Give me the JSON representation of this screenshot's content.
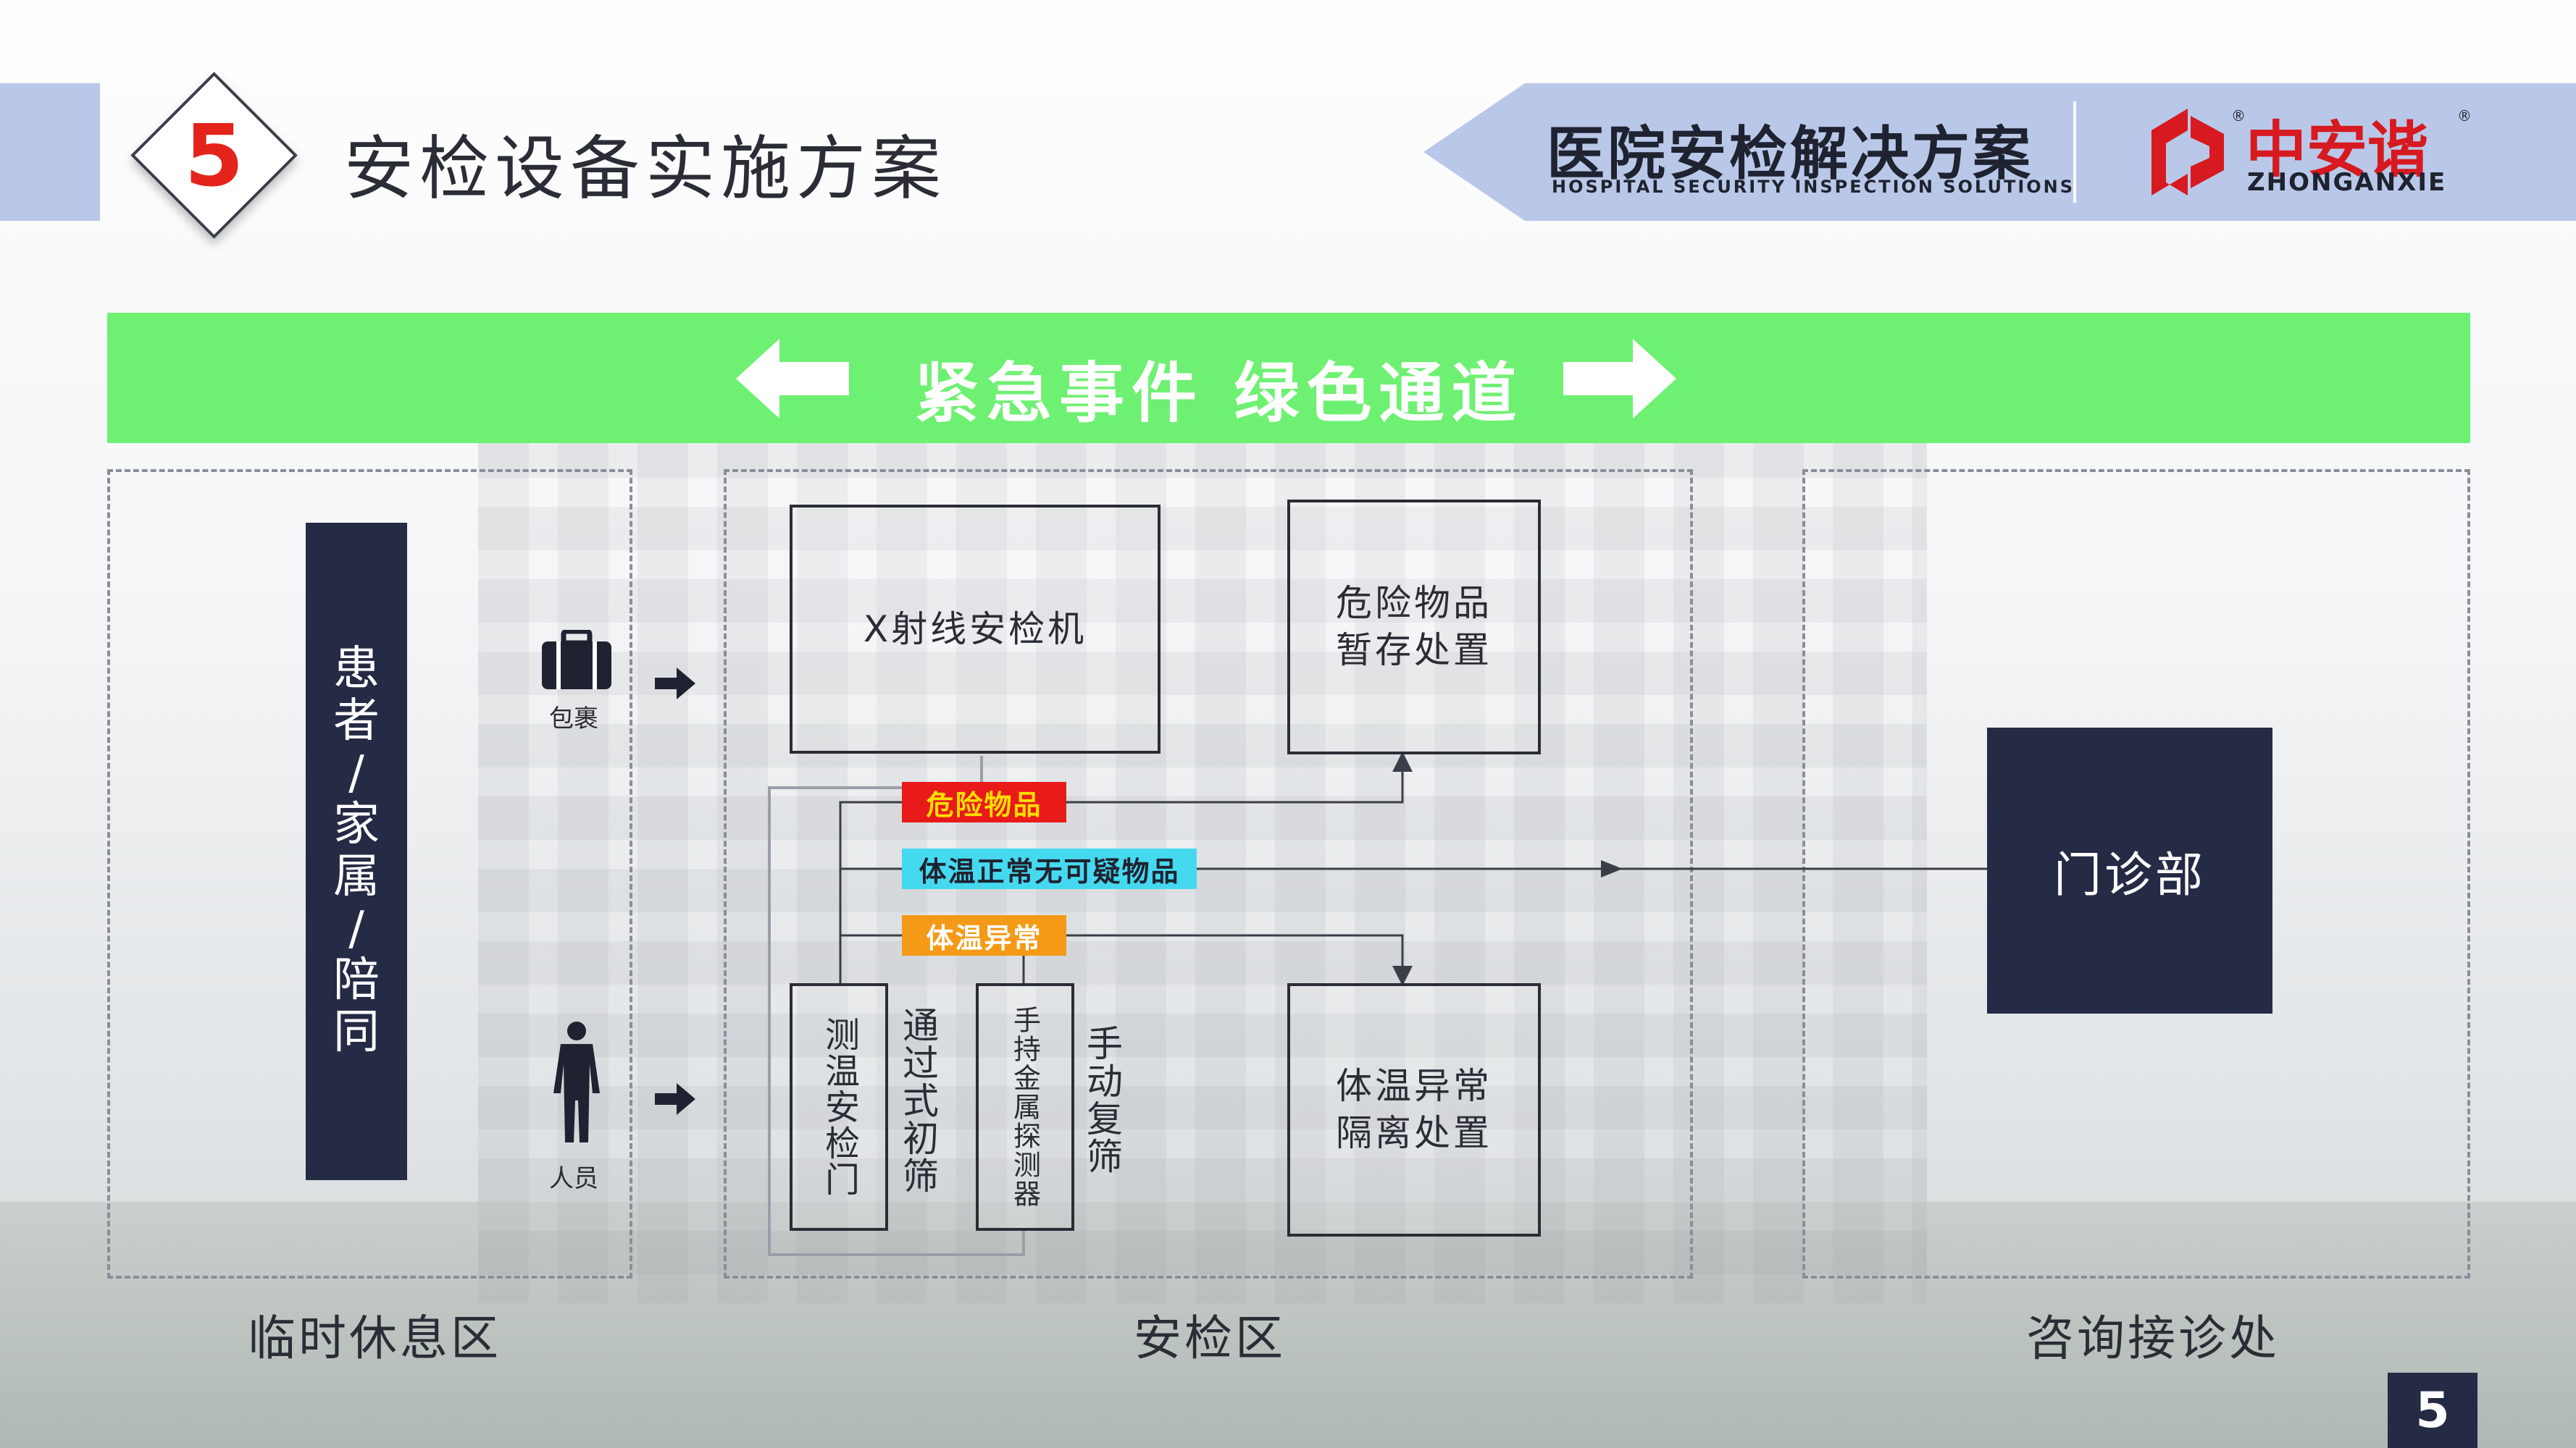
{
  "header": {
    "section_number": "5",
    "title": "安检设备实施方案",
    "banner_cn": "医院安检解决方案",
    "banner_en": "HOSPITAL SECURITY INSPECTION SOLUTIONS",
    "logo_cn": "中安谐",
    "logo_en": "ZHONGANXIE",
    "registered_mark": "®"
  },
  "green_channel": {
    "text": "紧急事件 绿色通道"
  },
  "zones": {
    "waiting": {
      "label": "临时休息区",
      "group_label": "患者/家属/陪同",
      "group_lines": [
        "患",
        "者",
        "/",
        "家",
        "属",
        "/",
        "陪",
        "同"
      ],
      "baggage_label": "包裹",
      "person_label": "人员"
    },
    "security": {
      "label": "安检区",
      "xray": "X射线安检机",
      "hazard_storage_lines": [
        "危险物品",
        "暂存处置"
      ],
      "isolation_lines": [
        "体温异常",
        "隔离处置"
      ],
      "temp_gate": "测温安检门",
      "walkthrough": "通过式初筛",
      "handheld": "手持金属探测器",
      "manual": "手动复筛",
      "tags": {
        "danger": "危险物品",
        "normal": "体温正常无可疑物品",
        "abnormal": "体温异常"
      }
    },
    "consult": {
      "label": "咨询接诊处",
      "outpatient": "门诊部"
    }
  },
  "page_number": "5",
  "colors": {
    "navy": "#252a45",
    "green": "#6ef072",
    "red_tag": "#e81a1a",
    "cyan_tag": "#45d9f0",
    "orange_tag": "#f49a16",
    "header_band": "#b9c8e8",
    "accent_red": "#e4231b"
  }
}
